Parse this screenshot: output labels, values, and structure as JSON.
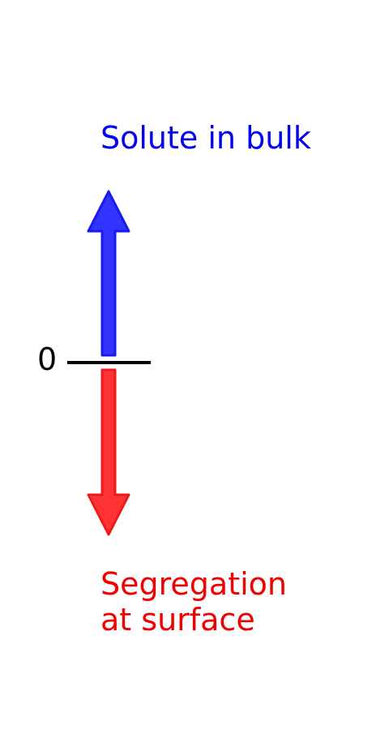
{
  "diagram": {
    "zero_label": "0",
    "positive_label": "Solute in bulk",
    "negative_label_lines": [
      "Segregation",
      "at surface"
    ],
    "colors": {
      "positive": "#0000ee",
      "positive_arrow_fill": "#3333ff",
      "negative": "#ee0000",
      "negative_arrow_fill": "#ff3333",
      "baseline": "#000000"
    }
  }
}
